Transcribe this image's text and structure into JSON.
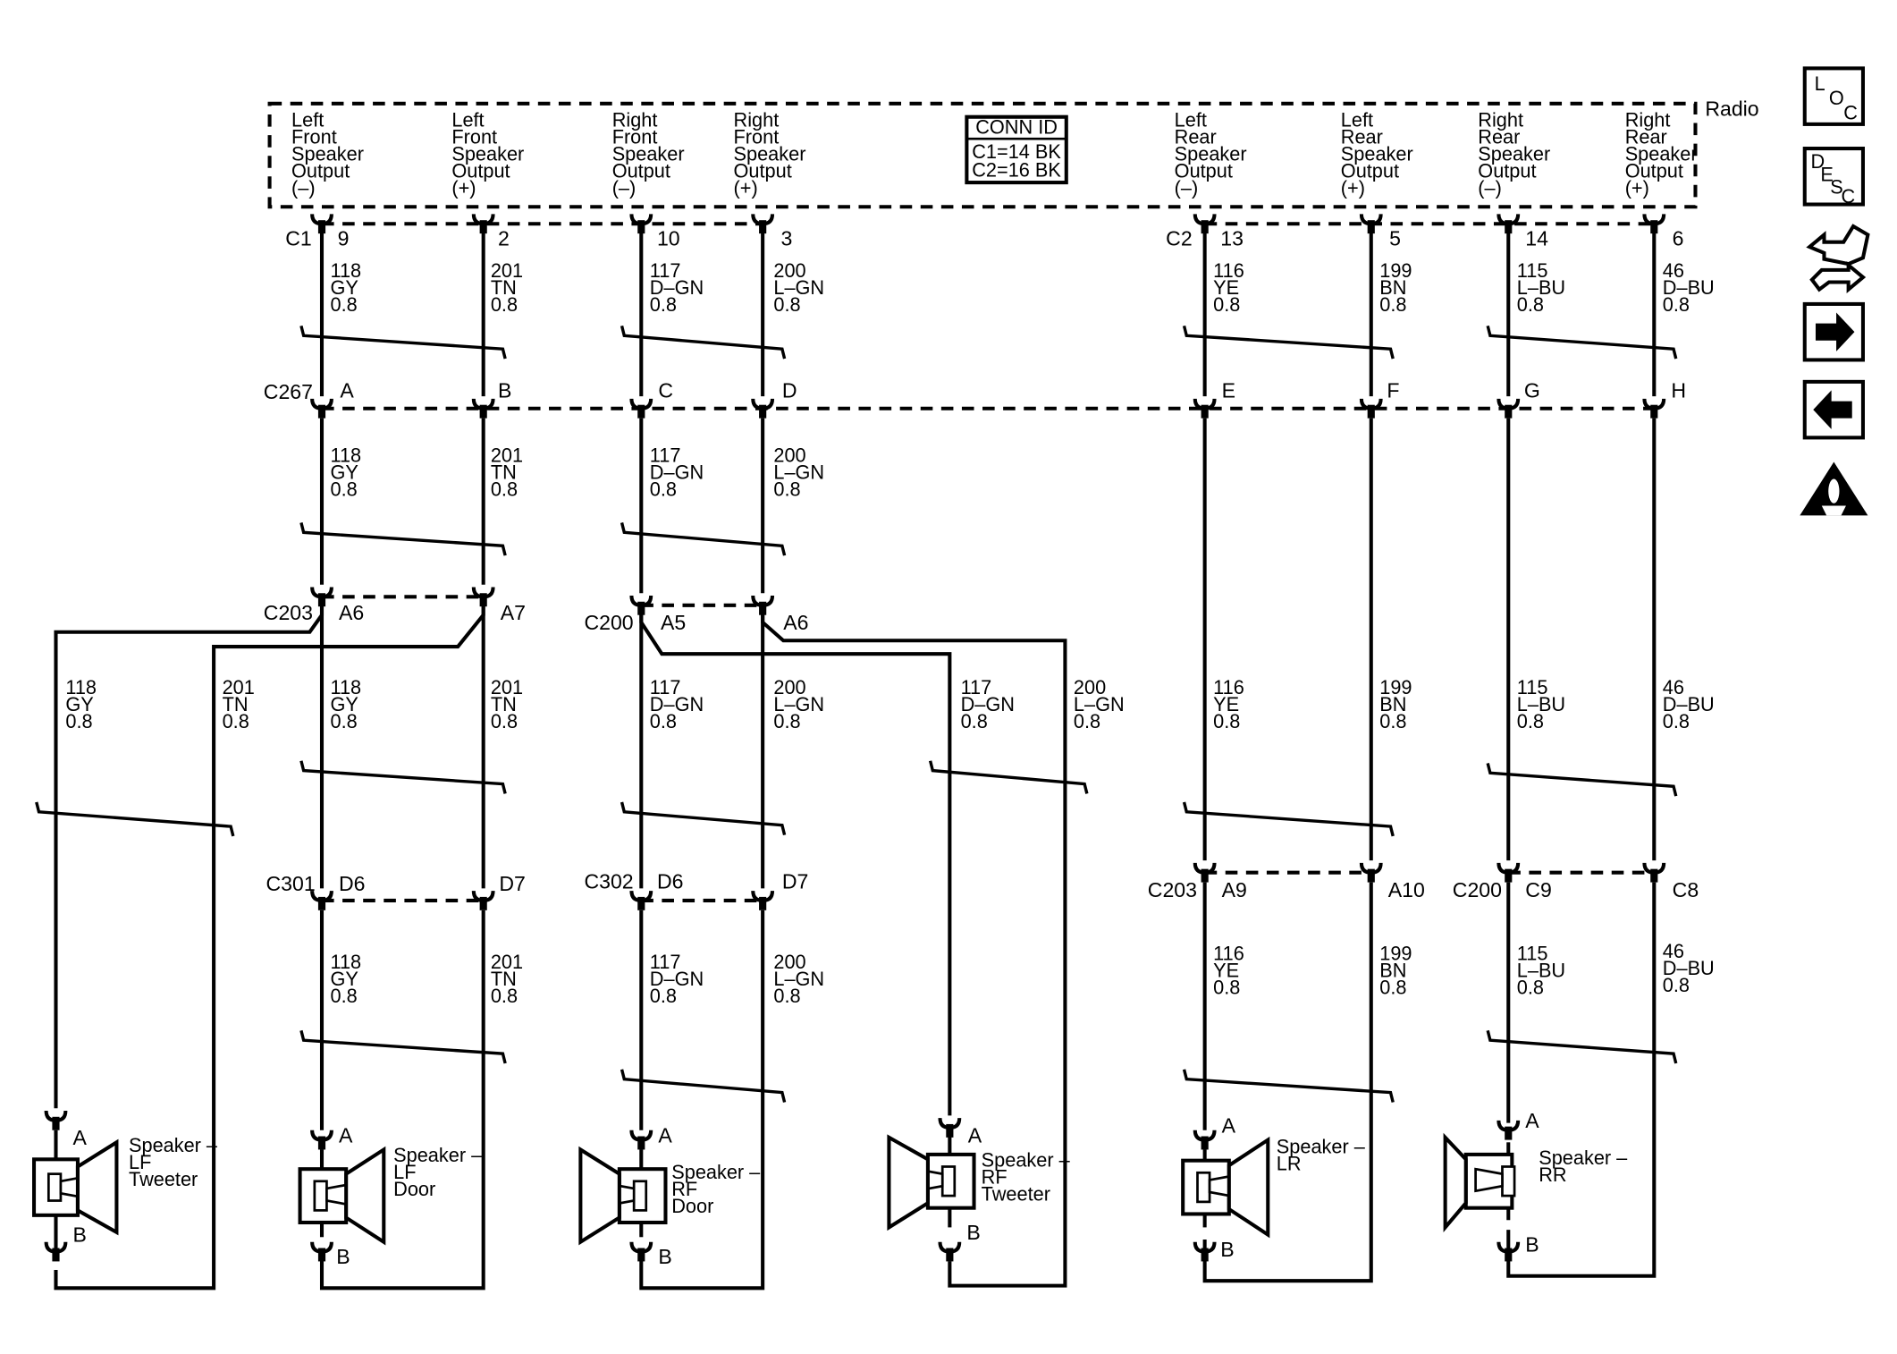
{
  "radio": {
    "name": "Radio",
    "outputs": [
      [
        "Left",
        "Front",
        "Speaker",
        "Output",
        "(–)"
      ],
      [
        "Left",
        "Front",
        "Speaker",
        "Output",
        "(+)"
      ],
      [
        "Right",
        "Front",
        "Speaker",
        "Output",
        "(–)"
      ],
      [
        "Right",
        "Front",
        "Speaker",
        "Output",
        "(+)"
      ],
      [
        "Left",
        "Rear",
        "Speaker",
        "Output",
        "(–)"
      ],
      [
        "Left",
        "Rear",
        "Speaker",
        "Output",
        "(+)"
      ],
      [
        "Right",
        "Rear",
        "Speaker",
        "Output",
        "(–)"
      ],
      [
        "Right",
        "Rear",
        "Speaker",
        "Output",
        "(+)"
      ]
    ],
    "conn_id": {
      "title": "CONN ID",
      "lines": [
        "C1=14 BK",
        "C2=16 BK"
      ]
    }
  },
  "connectors": {
    "c1": "C1",
    "c2": "C2",
    "c267": "C267",
    "c203_top": "C203",
    "c200_top": "C200",
    "c301": "C301",
    "c302": "C302",
    "c203_bot": "C203",
    "c200_bot": "C200"
  },
  "pins": {
    "radio": [
      "9",
      "2",
      "10",
      "3",
      "13",
      "5",
      "14",
      "6"
    ],
    "c267": [
      "A",
      "B",
      "C",
      "D",
      "E",
      "F",
      "G",
      "H"
    ],
    "c203_top": [
      "A6",
      "A7"
    ],
    "c200_top": [
      "A5",
      "A6"
    ],
    "c301": [
      "D6",
      "D7"
    ],
    "c302": [
      "D6",
      "D7"
    ],
    "c203_bot": [
      "A9",
      "A10"
    ],
    "c200_bot": [
      "C9",
      "C8"
    ],
    "speaker_a": "A",
    "speaker_b": "B"
  },
  "wire_labels": {
    "w118": [
      "118",
      "GY",
      "0.8"
    ],
    "w201": [
      "201",
      "TN",
      "0.8"
    ],
    "w117": [
      "117",
      "D–GN",
      "0.8"
    ],
    "w200": [
      "200",
      "L–GN",
      "0.8"
    ],
    "w116": [
      "116",
      "YE",
      "0.8"
    ],
    "w199": [
      "199",
      "BN",
      "0.8"
    ],
    "w115": [
      "115",
      "L–BU",
      "0.8"
    ],
    "w46": [
      "46",
      "D–BU",
      "0.8"
    ]
  },
  "speakers": [
    [
      "Speaker –",
      "LF",
      "Tweeter"
    ],
    [
      "Speaker –",
      "LF",
      "Door"
    ],
    [
      "Speaker –",
      "RF",
      "Door"
    ],
    [
      "Speaker –",
      "RF",
      "Tweeter"
    ],
    [
      "Speaker –",
      "LR"
    ],
    [
      "Speaker –",
      "RR"
    ]
  ],
  "nav_icons": {
    "loc": [
      "L",
      "O",
      "C"
    ],
    "desc": [
      "D",
      "E",
      "S",
      "C"
    ],
    "items": [
      "loc-icon",
      "desc-icon",
      "schematic-icon",
      "next-arrow-icon",
      "back-arrow-icon",
      "warning-icon"
    ]
  }
}
